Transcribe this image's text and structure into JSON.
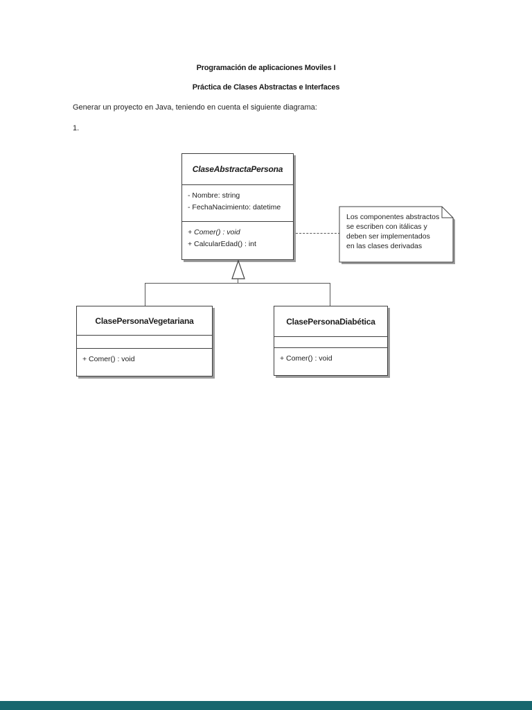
{
  "doc": {
    "title1": "Programación de aplicaciones Moviles I",
    "title2": "Práctica de Clases Abstractas e Interfaces",
    "intro": "Generar un proyecto en Java, teniendo en cuenta el siguiente diagrama:",
    "item_number": "1."
  },
  "diagram": {
    "abstract_class": {
      "name": "ClaseAbstractaPersona",
      "attributes": [
        "- Nombre: string",
        "- FechaNacimiento: datetime"
      ],
      "methods": [
        {
          "text": "+ Comer() : void",
          "italic": true
        },
        {
          "text": "+ CalcularEdad() : int",
          "italic": false
        }
      ]
    },
    "note": {
      "lines": [
        "Los componentes abstractos",
        "se escriben con itálicas y",
        "deben ser implementados",
        "en las clases derivadas"
      ]
    },
    "subclasses": [
      {
        "name": "ClasePersonaVegetariana",
        "methods": [
          "+ Comer() : void"
        ]
      },
      {
        "name": "ClasePersonaDiabética",
        "methods": [
          "+ Comer() : void"
        ]
      }
    ]
  },
  "colors": {
    "box_border": "#3f3f3f",
    "box_shadow": "#9b9b9b",
    "connector": "#555555",
    "text": "#1c1c1c",
    "footer_bar": "#17666e"
  }
}
